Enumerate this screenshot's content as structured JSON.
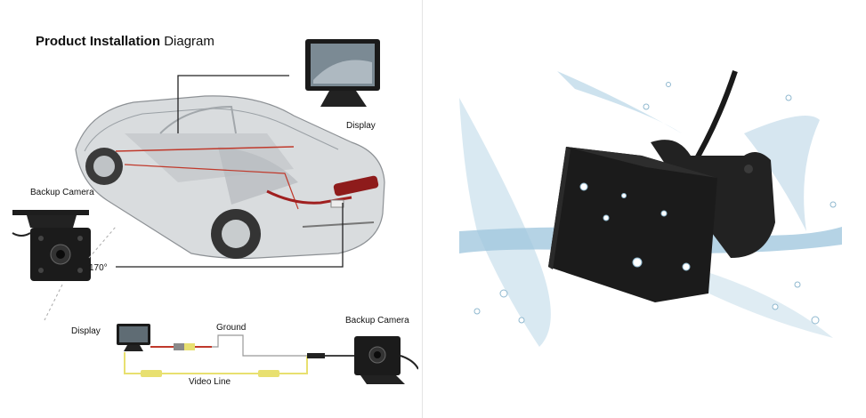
{
  "diagram": {
    "title_bold": "Product Installation",
    "title_rest": "Diagram",
    "labels": {
      "display_top": "Display",
      "backup_camera_left": "Backup Camera",
      "angle": "170°",
      "display_bottom": "Display",
      "ground": "Ground",
      "backup_camera_bottom": "Backup Camera",
      "video_line": "Video Line"
    }
  },
  "colors": {
    "connector_yellow": "#e8e070",
    "connector_red": "#c0392b",
    "water_blue": "#6aa7c9",
    "camera_body": "#1b1b1b"
  }
}
